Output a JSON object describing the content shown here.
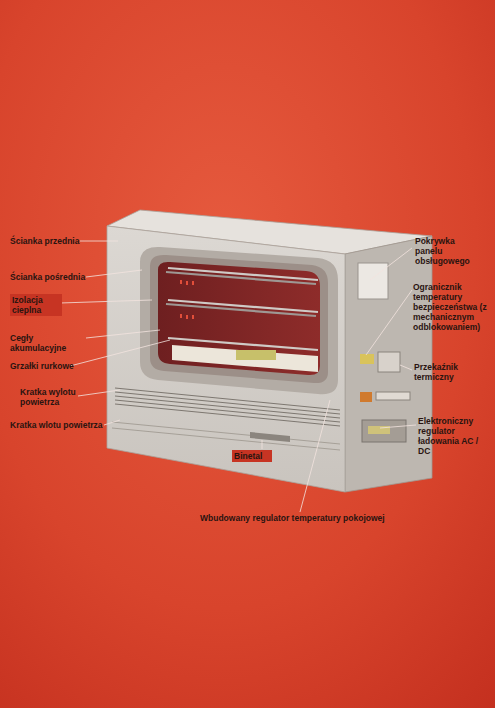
{
  "diagram": {
    "labels": [
      "Ścianka przednia",
      "Ścianka pośrednia",
      "Izolacja cieplna",
      "Cegły akumulacyjne",
      "Grzałki rurkowe",
      "Kratka wylotu powietrza",
      "Kratka wlotu powietrza",
      "Binetal",
      "Wbudowany regulator temperatury pokojowej",
      "Pokrywka panelu obsługowego",
      "Ogranicznik temperatury bezpieczeństwa (z mechanicznym odblokowaniem)",
      "Przekaźnik termiczny",
      "Elektroniczny regulator ładowania AC / DC"
    ]
  }
}
